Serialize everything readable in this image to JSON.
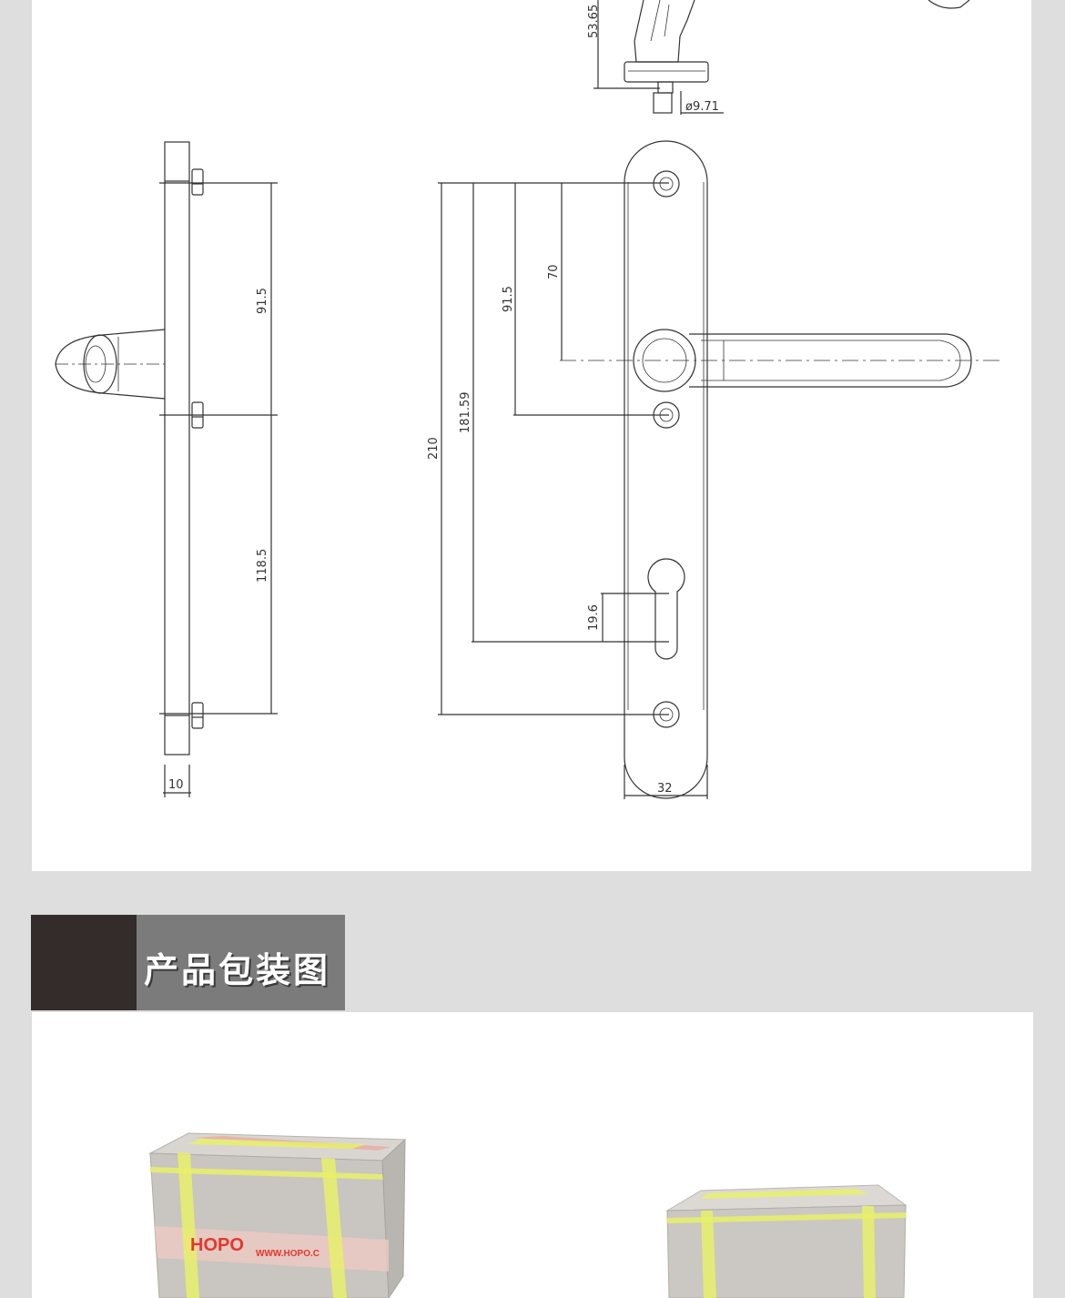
{
  "drawing": {
    "dimensions": {
      "top_height": "53.65",
      "spindle_diameter": "ø9.71",
      "side_upper": "91.5",
      "side_lower": "118.5",
      "side_thickness": "10",
      "front_total": "210",
      "front_keyhole": "181.59",
      "front_handle_to_screw": "91.5",
      "front_handle": "70",
      "keyhole_size": "19.6",
      "plate_width": "32"
    }
  },
  "section": {
    "title": "产品包装图"
  },
  "packaging": {
    "box_brand": "HOPO",
    "box_url": "WWW.HOPO.C"
  }
}
